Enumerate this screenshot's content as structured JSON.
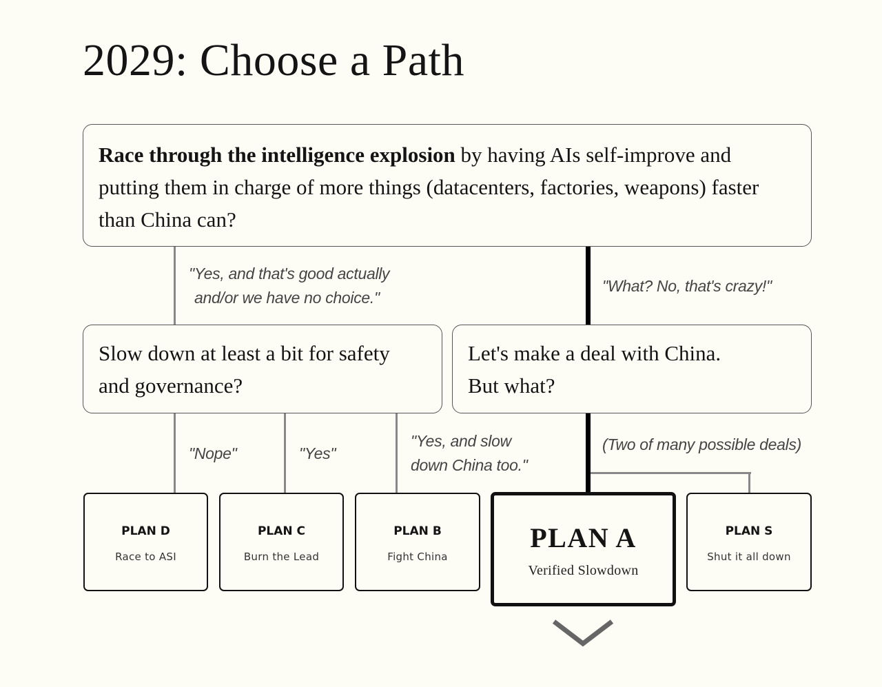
{
  "title": "2029: Choose a Path",
  "q1": {
    "bold": "Race through the intelligence explosion",
    "rest": " by having AIs self-improve and putting them in charge of more things (datacenters, factories, weapons) faster than China can?"
  },
  "ans_yes_line1": "\"Yes, and that's good actually",
  "ans_yes_line2": "and/or we have no choice.\"",
  "ans_no": "\"What? No, that's crazy!\"",
  "q2": {
    "line1": "Slow down at least a bit for safety",
    "line2": "and governance?"
  },
  "q3": {
    "line1": "Let's make a deal with China.",
    "line2": "But what?"
  },
  "ans_nope": "\"Nope\"",
  "ans_yes": "\"Yes\"",
  "ans_slow_line1": "\"Yes, and slow",
  "ans_slow_line2": "down China too.\"",
  "ans_deals": "(Two of many possible deals)",
  "plans": [
    {
      "name": "PLAN D",
      "sub": "Race to ASI"
    },
    {
      "name": "PLAN C",
      "sub": "Burn the Lead"
    },
    {
      "name": "PLAN B",
      "sub": "Fight China"
    },
    {
      "name": "PLAN A",
      "sub": "Verified Slowdown"
    },
    {
      "name": "PLAN S",
      "sub": "Shut it all down"
    }
  ],
  "colors": {
    "background": "#fefdf5",
    "thin_line": "#888888",
    "thick_line": "#000000",
    "chevron": "#666666"
  }
}
